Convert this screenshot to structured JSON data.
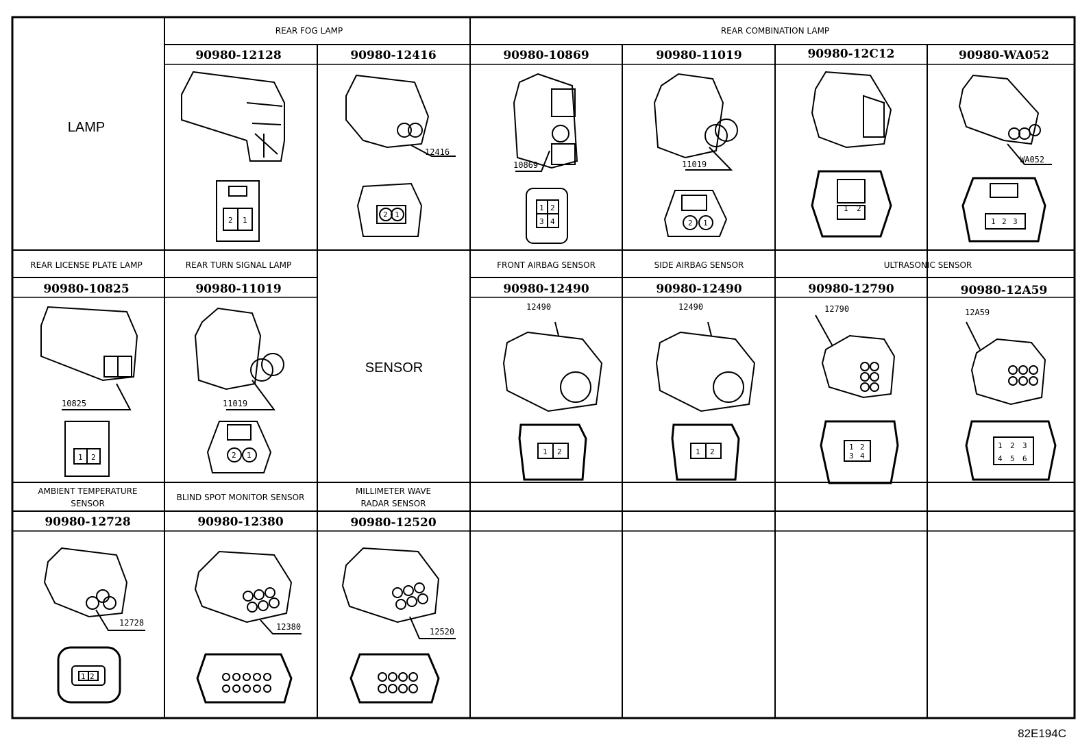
{
  "sections": {
    "lamp_label": "LAMP",
    "sensor_label": "SENSOR",
    "rear_fog_lamp": "REAR FOG LAMP",
    "rear_combination_lamp": "REAR COMBINATION LAMP",
    "rear_license_plate_lamp": "REAR LICENSE PLATE LAMP",
    "rear_turn_signal_lamp": "REAR TURN SIGNAL LAMP",
    "front_airbag_sensor": "FRONT AIRBAG SENSOR",
    "side_airbag_sensor": "SIDE AIRBAG SENSOR",
    "ultrasonic_sensor": "ULTRASONIC SENSOR",
    "ambient_temperature_sensor": [
      "AMBIENT TEMPERATURE",
      "SENSOR"
    ],
    "blind_spot_monitor_sensor": "BLIND SPOT MONITOR SENSOR",
    "millimeter_wave_radar_sensor": [
      "MILLIMETER WAVE",
      "RADAR SENSOR"
    ]
  },
  "connectors": [
    {
      "part": "90980-12128",
      "label": "",
      "pins": [
        "2",
        "1"
      ]
    },
    {
      "part": "90980-12416",
      "label": "12416",
      "pins": [
        "2",
        "1"
      ]
    },
    {
      "part": "90980-10869",
      "label": "10869",
      "pins": [
        "1",
        "2",
        "3",
        "4"
      ]
    },
    {
      "part": "90980-11019",
      "label": "11019",
      "pins": [
        "2",
        "1"
      ]
    },
    {
      "part": "90980-12C12",
      "label": "",
      "pins": [
        "1",
        "2"
      ]
    },
    {
      "part": "90980-WA052",
      "label": "WA052",
      "pins": [
        "1",
        "2",
        "3"
      ]
    },
    {
      "part": "90980-10825",
      "label": "10825",
      "pins": [
        "1",
        "2"
      ]
    },
    {
      "part": "90980-11019",
      "label": "11019",
      "pins": [
        "2",
        "1"
      ]
    },
    {
      "part": "90980-12490",
      "label": "12490",
      "pins": [
        "1",
        "2"
      ]
    },
    {
      "part": "90980-12490",
      "label": "12490",
      "pins": [
        "1",
        "2"
      ]
    },
    {
      "part": "90980-12790",
      "label": "12790",
      "pins": [
        "1",
        "2",
        "3",
        "4"
      ]
    },
    {
      "part": "90980-12A59",
      "label": "12A59",
      "pins": [
        "1",
        "2",
        "3",
        "4",
        "5",
        "6"
      ]
    },
    {
      "part": "90980-12728",
      "label": "12728",
      "pins": [
        "1",
        "2"
      ]
    },
    {
      "part": "90980-12380",
      "label": "12380",
      "pins": []
    },
    {
      "part": "90980-12520",
      "label": "12520",
      "pins": []
    }
  ],
  "figure_ref": "82E194C"
}
